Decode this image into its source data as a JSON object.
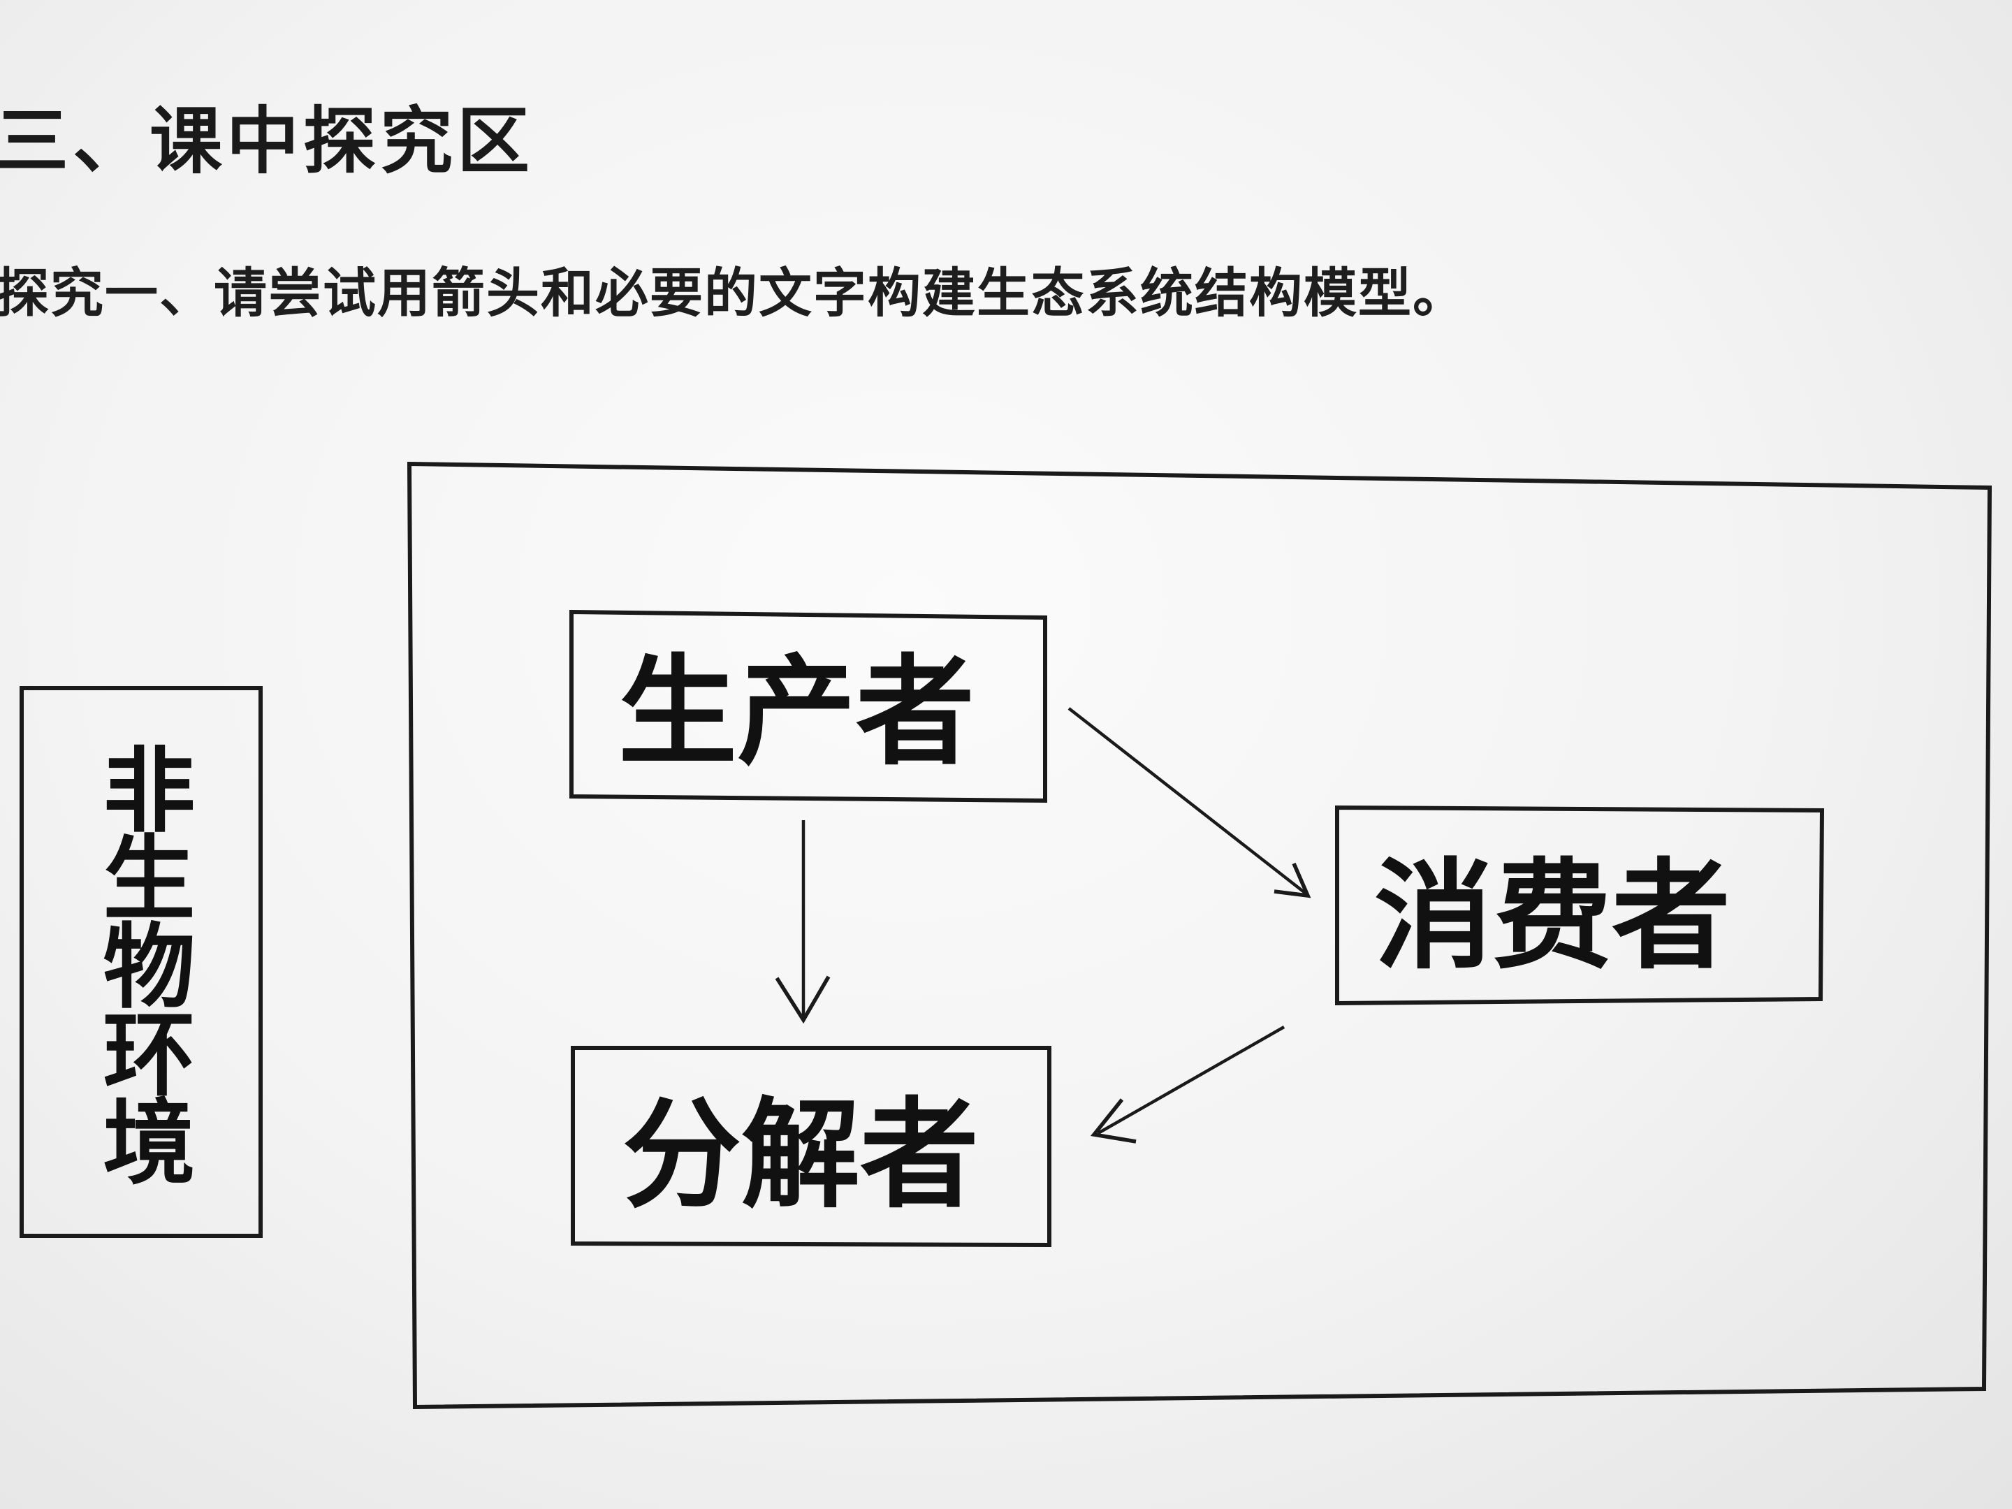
{
  "section": {
    "heading": "三、课中探究区"
  },
  "inquiry": {
    "instruction": "探究一、请尝试用箭头和必要的文字构建生态系统结构模型。"
  },
  "abiotic": {
    "label": "非生物环境"
  },
  "nodes": {
    "producer": "生产者",
    "consumer": "消费者",
    "decomposer": "分解者"
  },
  "arrows": [
    {
      "from": "producer",
      "to": "consumer"
    },
    {
      "from": "producer",
      "to": "decomposer"
    },
    {
      "from": "consumer",
      "to": "decomposer"
    }
  ]
}
